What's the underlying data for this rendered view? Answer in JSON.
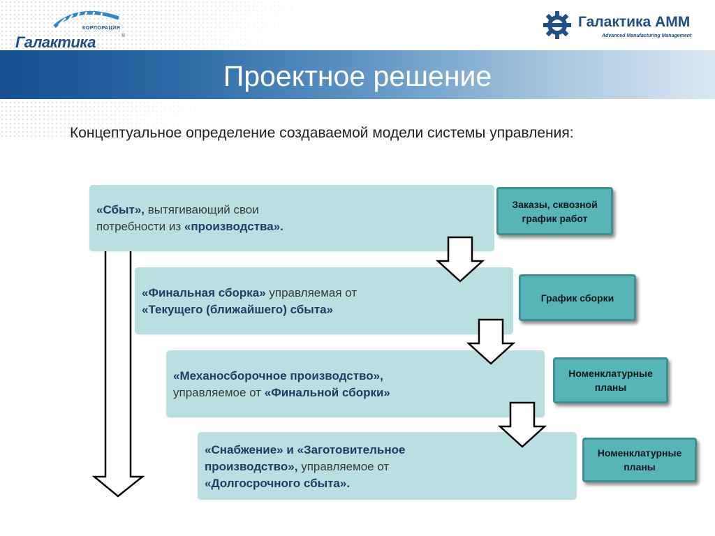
{
  "header": {
    "left_logo": {
      "corp_label": "КОРПОРАЦИЯ",
      "brand": "Галактика",
      "reg": "®"
    },
    "right_logo": {
      "name": "Галактика АММ",
      "tagline": "Advanced Manufacturing Management"
    }
  },
  "title": "Проектное решение",
  "subtitle": "Концептуальное определение создаваемой модели системы управления:",
  "stages": [
    {
      "line1": {
        "b1": "«Сбыт»,",
        "t1": " вытягивающий свои"
      },
      "line2": {
        "t1": "потребности из ",
        "b1": "«производства»."
      }
    },
    {
      "line1": {
        "b1": "«Финальная сборка»",
        "t1": " управляемая от"
      },
      "line2": {
        "b1": "«Текущего (ближайшего) сбыта»"
      }
    },
    {
      "line1": {
        "b1": "«Механосборочное производство»,"
      },
      "line2": {
        "t1": "управляемое от ",
        "b1": "«Финальной сборки»"
      }
    },
    {
      "line1": {
        "b1": "«Снабжение» и «Заготовительное"
      },
      "line2": {
        "b1": "производство»,",
        "t1": " управляемое от"
      },
      "line3": {
        "b1": "«Долгосрочного сбыта»."
      }
    }
  ],
  "outputs": [
    {
      "line1": "Заказы, сквозной",
      "line2": "график работ"
    },
    {
      "line1": "График сборки",
      "line2": ""
    },
    {
      "line1": "Номенклатурные",
      "line2": "планы"
    },
    {
      "line1": "Номенклатурные",
      "line2": "планы"
    }
  ],
  "colors": {
    "title_band_start": "#154f8e",
    "stage_fill": "#b9dfe0",
    "output_fill": "#57b4b7",
    "brand_blue": "#1f4f86"
  }
}
